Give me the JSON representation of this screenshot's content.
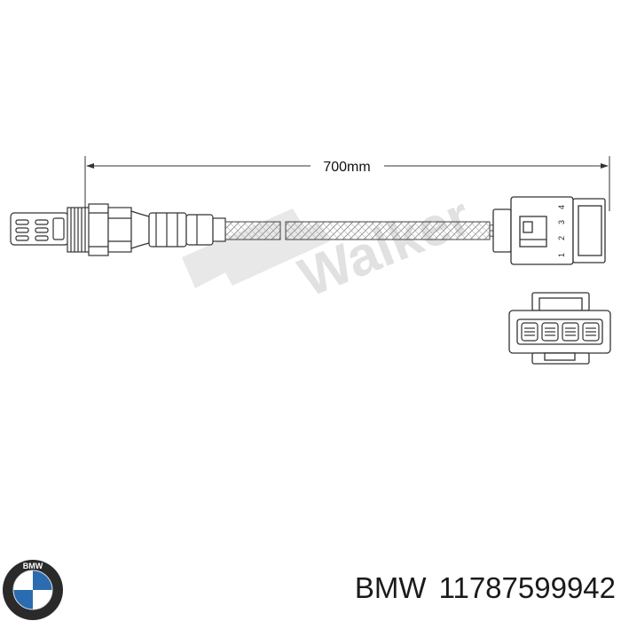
{
  "drawing": {
    "dimension_label": "700mm",
    "pin_numbers": [
      "1",
      "2",
      "3",
      "4"
    ],
    "watermark_text": "Walker"
  },
  "logo": {
    "name": "BMW roundel",
    "text": "BMW",
    "colors": {
      "blue": "#2b6cb0",
      "white": "#ffffff",
      "ring": "#2a2a2a"
    }
  },
  "caption": {
    "brand": "BMW",
    "part_number": "11787599942"
  }
}
